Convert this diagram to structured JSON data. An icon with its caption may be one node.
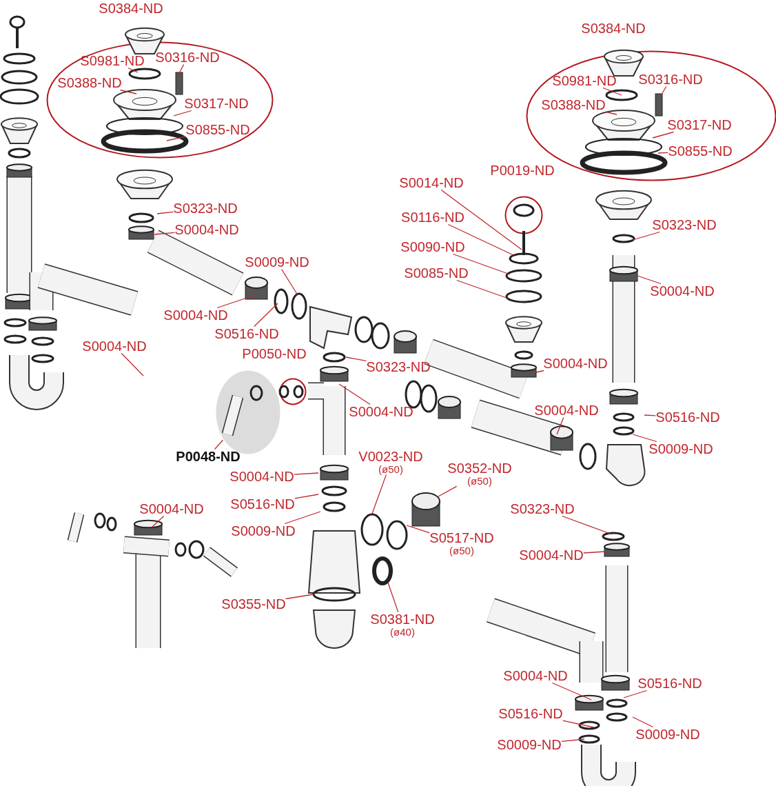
{
  "diagram": {
    "nodes": [
      {
        "text": [
          "S0384-ND"
        ]
      },
      {
        "text": [
          "S0981-ND"
        ],
        "in": 0
      },
      {
        "text": [
          "S0316-ND"
        ],
        "in": 0
      },
      {
        "text": [
          "S0388-ND"
        ],
        "in": 0
      },
      {
        "text": [
          "S0317-ND"
        ],
        "in": 0
      },
      {
        "text": [
          "S0855-ND"
        ],
        "in": 0
      },
      {
        "text": [
          "S0384-ND"
        ]
      },
      {
        "text": [
          "S0981-ND"
        ],
        "in": 6
      },
      {
        "text": [
          "S0316-ND"
        ],
        "in": 6
      },
      {
        "text": [
          "S0388-ND"
        ],
        "in": 6
      },
      {
        "text": [
          "S0317-ND"
        ],
        "in": 6
      },
      {
        "text": [
          "S0855-ND"
        ],
        "in": 6
      },
      {
        "text": [
          "P0019-ND"
        ]
      },
      {
        "text": [
          "S0014-ND"
        ]
      },
      {
        "text": [
          "S0323-ND"
        ]
      },
      {
        "text": [
          "S0116-ND"
        ]
      },
      {
        "text": [
          "S0323-ND"
        ]
      },
      {
        "text": [
          "S0004-ND"
        ]
      },
      {
        "text": [
          "S0090-ND"
        ]
      },
      {
        "text": [
          "S0009-ND"
        ]
      },
      {
        "text": [
          "S0085-ND"
        ]
      },
      {
        "text": [
          "S0004-ND"
        ]
      },
      {
        "text": [
          "S0004-ND"
        ]
      },
      {
        "text": [
          "S0516-ND"
        ]
      },
      {
        "text": [
          "S0004-ND"
        ]
      },
      {
        "text": [
          "P0050-ND"
        ]
      },
      {
        "text": [
          "S0004-ND"
        ]
      },
      {
        "text": [
          "S0323-ND"
        ]
      },
      {
        "text": [],
        "shape": "circle"
      },
      {
        "text": [
          "S0004-ND"
        ]
      },
      {
        "text": [
          "S0004-ND"
        ]
      },
      {
        "text": [
          "S0516-ND"
        ]
      },
      {
        "text": [
          "S0009-ND"
        ]
      },
      {
        "text": [
          "P0048-ND"
        ]
      },
      {
        "text": [
          "V0023-ND"
        ],
        "beside": [
          "(ø50)"
        ]
      },
      {
        "text": [
          "S0352-ND"
        ],
        "beside": [
          "(ø50)"
        ]
      },
      {
        "text": [
          "S0004-ND"
        ]
      },
      {
        "text": [
          "S0516-ND"
        ]
      },
      {
        "text": [
          "S0323-ND"
        ]
      },
      {
        "text": [
          "S0004-ND"
        ]
      },
      {
        "text": [
          "S0009-ND"
        ]
      },
      {
        "text": [
          "S0517-ND"
        ],
        "beside": [
          "(ø50)"
        ]
      },
      {
        "text": [
          "S0004-ND"
        ]
      },
      {
        "text": [
          "S0355-ND"
        ]
      },
      {
        "text": [
          "S0381-ND"
        ],
        "beside": [
          "(ø40)"
        ]
      },
      {
        "text": [
          "S0004-ND"
        ]
      },
      {
        "text": [
          "S0516-ND"
        ]
      },
      {
        "text": [
          "S0516-ND"
        ]
      },
      {
        "text": [
          "S0009-ND"
        ]
      },
      {
        "text": [
          "S0009-ND"
        ]
      }
    ],
    "edges": [
      {
        "from": 1,
        "to": null,
        "arrow": "none"
      },
      {
        "from": 2,
        "to": null,
        "arrow": "none"
      },
      {
        "from": 3,
        "to": null,
        "arrow": "none"
      },
      {
        "from": 4,
        "to": null,
        "arrow": "none"
      },
      {
        "from": 5,
        "to": null,
        "arrow": "none"
      },
      {
        "from": 7,
        "to": null,
        "arrow": "none"
      },
      {
        "from": 8,
        "to": null,
        "arrow": "none"
      },
      {
        "from": 9,
        "to": null,
        "arrow": "none"
      },
      {
        "from": 10,
        "to": null,
        "arrow": "none"
      },
      {
        "from": 11,
        "to": null,
        "arrow": "none"
      },
      {
        "from": 13,
        "to": null,
        "arrow": "none"
      },
      {
        "from": 14,
        "to": null,
        "arrow": "none"
      },
      {
        "from": 15,
        "to": null,
        "arrow": "none"
      },
      {
        "from": 16,
        "to": null,
        "arrow": "none"
      },
      {
        "from": 17,
        "to": null,
        "arrow": "none"
      },
      {
        "from": 18,
        "to": null,
        "arrow": "none"
      },
      {
        "from": 19,
        "to": null,
        "arrow": "none"
      },
      {
        "from": 20,
        "to": null,
        "arrow": "none"
      },
      {
        "from": 21,
        "to": null,
        "arrow": "none"
      },
      {
        "from": 22,
        "to": null,
        "arrow": "none"
      },
      {
        "from": 23,
        "to": null,
        "arrow": "none"
      },
      {
        "from": 24,
        "to": null,
        "arrow": "none"
      },
      {
        "from": 26,
        "to": null,
        "arrow": "none"
      },
      {
        "from": 27,
        "to": null,
        "arrow": "none"
      },
      {
        "from": 29,
        "to": null,
        "arrow": "none"
      },
      {
        "from": 30,
        "to": null,
        "arrow": "none"
      },
      {
        "from": 31,
        "to": null,
        "arrow": "none"
      },
      {
        "from": 32,
        "to": null,
        "arrow": "none"
      },
      {
        "from": 33,
        "to": 28,
        "arrow": "none"
      },
      {
        "from": 34,
        "to": null,
        "arrow": "none"
      },
      {
        "from": 35,
        "to": null,
        "arrow": "none"
      },
      {
        "from": 36,
        "to": null,
        "arrow": "none"
      },
      {
        "from": 37,
        "to": null,
        "arrow": "none"
      },
      {
        "from": 38,
        "to": null,
        "arrow": "none"
      },
      {
        "from": 39,
        "to": null,
        "arrow": "none"
      },
      {
        "from": 40,
        "to": null,
        "arrow": "none"
      },
      {
        "from": 41,
        "to": null,
        "arrow": "none"
      },
      {
        "from": 42,
        "to": null,
        "arrow": "none"
      },
      {
        "from": 43,
        "to": null,
        "arrow": "none"
      },
      {
        "from": 44,
        "to": null,
        "arrow": "none"
      },
      {
        "from": 45,
        "to": null,
        "arrow": "none"
      },
      {
        "from": 46,
        "to": null,
        "arrow": "none"
      },
      {
        "from": 47,
        "to": null,
        "arrow": "none"
      },
      {
        "from": 48,
        "to": null,
        "arrow": "none"
      },
      {
        "from": 49,
        "to": null,
        "arrow": "none"
      }
    ]
  }
}
